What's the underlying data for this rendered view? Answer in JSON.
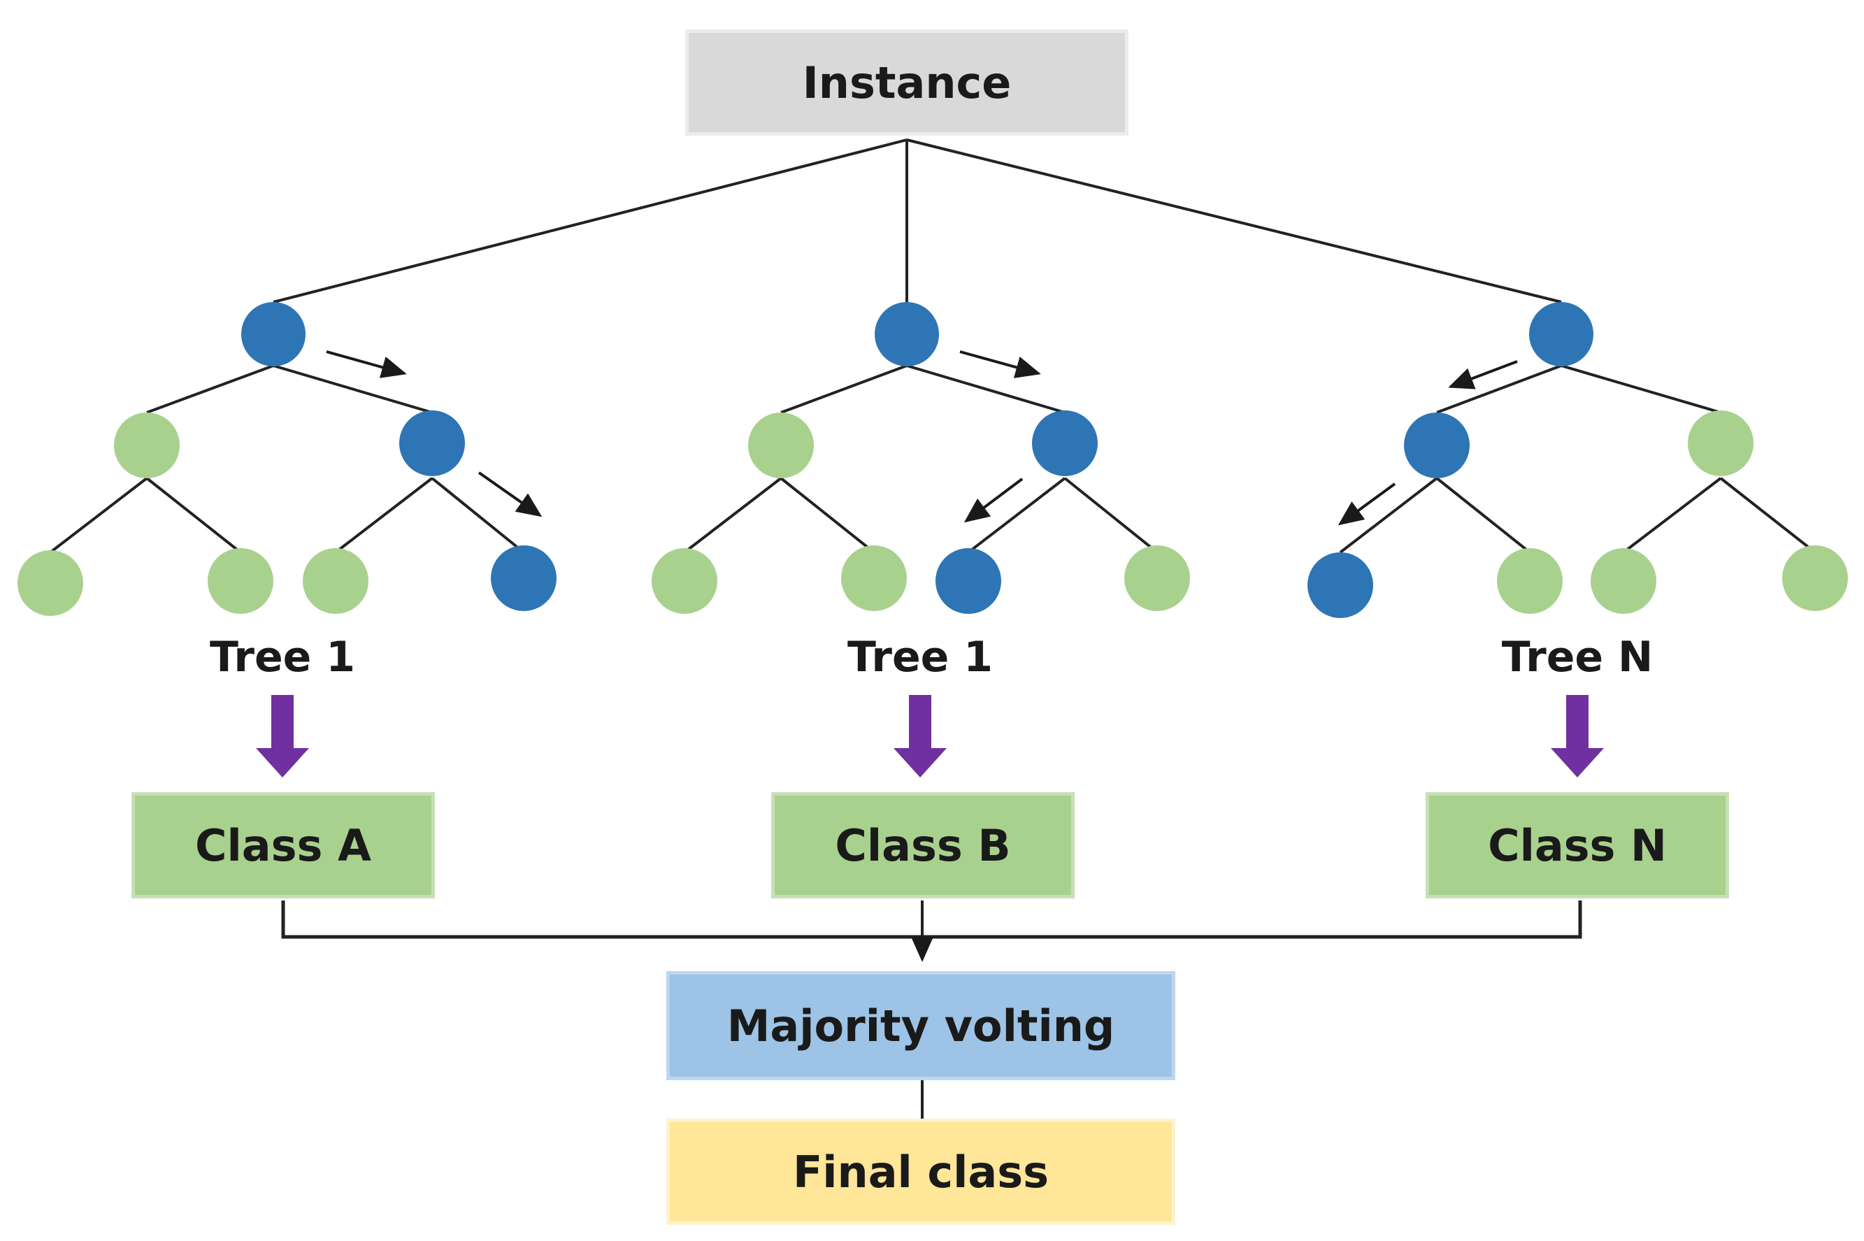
{
  "instance": {
    "label": "Instance"
  },
  "trees": [
    {
      "label": "Tree 1",
      "class_label": "Class A"
    },
    {
      "label": "Tree 1",
      "class_label": "Class B"
    },
    {
      "label": "Tree N",
      "class_label": "Class N"
    }
  ],
  "aggregation": {
    "label": "Majority volting"
  },
  "final": {
    "label": "Final class"
  },
  "colors": {
    "decision_path_node": "#2e75b6",
    "other_node": "#a9d18e",
    "vote_arrow": "#7030a0",
    "instance_box": "#d9d9d9",
    "class_box": "#a9d18e",
    "vote_box": "#9dc3e6",
    "final_box": "#ffe699"
  }
}
